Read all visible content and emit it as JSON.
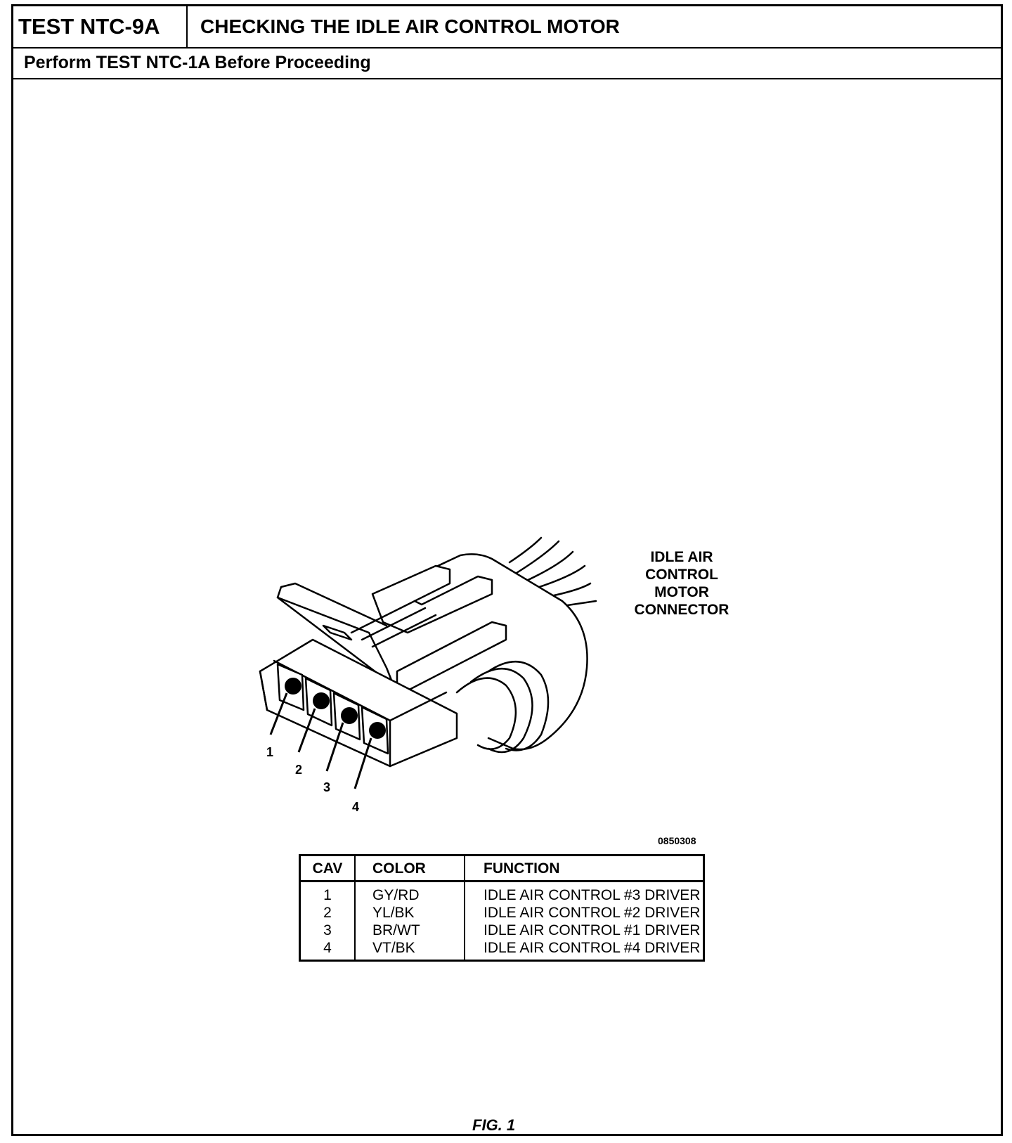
{
  "header": {
    "test_id": "TEST NTC-9A",
    "test_title": "CHECKING THE IDLE AIR CONTROL MOTOR",
    "prerequisite": "Perform TEST NTC-1A Before Proceeding"
  },
  "figure": {
    "connector_label": [
      "IDLE AIR",
      "CONTROL",
      "MOTOR",
      "CONNECTOR"
    ],
    "pins": [
      "1",
      "2",
      "3",
      "4"
    ],
    "part_number": "0850308",
    "caption": "FIG. 1"
  },
  "table": {
    "headers": {
      "cav": "CAV",
      "color": "COLOR",
      "function": "FUNCTION"
    },
    "rows": [
      {
        "cav": "1",
        "color": "GY/RD",
        "function": "IDLE AIR CONTROL #3 DRIVER"
      },
      {
        "cav": "2",
        "color": "YL/BK",
        "function": "IDLE AIR CONTROL #2 DRIVER"
      },
      {
        "cav": "3",
        "color": "BR/WT",
        "function": "IDLE AIR CONTROL #1 DRIVER"
      },
      {
        "cav": "4",
        "color": "VT/BK",
        "function": "IDLE AIR CONTROL #4 DRIVER"
      }
    ]
  }
}
